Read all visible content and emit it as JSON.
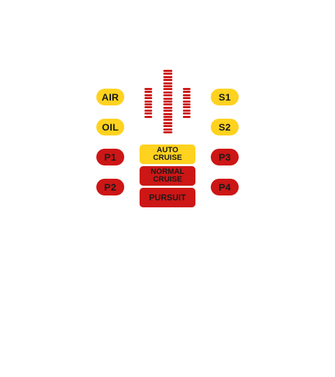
{
  "left_buttons": [
    {
      "label": "AIR",
      "color": "yellow"
    },
    {
      "label": "OIL",
      "color": "yellow"
    },
    {
      "label": "P1",
      "color": "red"
    },
    {
      "label": "P2",
      "color": "red"
    }
  ],
  "right_buttons": [
    {
      "label": "S1",
      "color": "yellow"
    },
    {
      "label": "S2",
      "color": "yellow"
    },
    {
      "label": "P3",
      "color": "red"
    },
    {
      "label": "P4",
      "color": "red"
    }
  ],
  "modes": [
    {
      "line1": "AUTO",
      "line2": "CRUISE",
      "color": "yellow"
    },
    {
      "line1": "NORMAL",
      "line2": "CRUISE",
      "color": "red"
    },
    {
      "line1": "PURSUIT",
      "line2": "",
      "color": "red"
    }
  ],
  "colors": {
    "yellow": "#ffd21f",
    "red": "#cd1616",
    "text": "#1a1a1a"
  }
}
